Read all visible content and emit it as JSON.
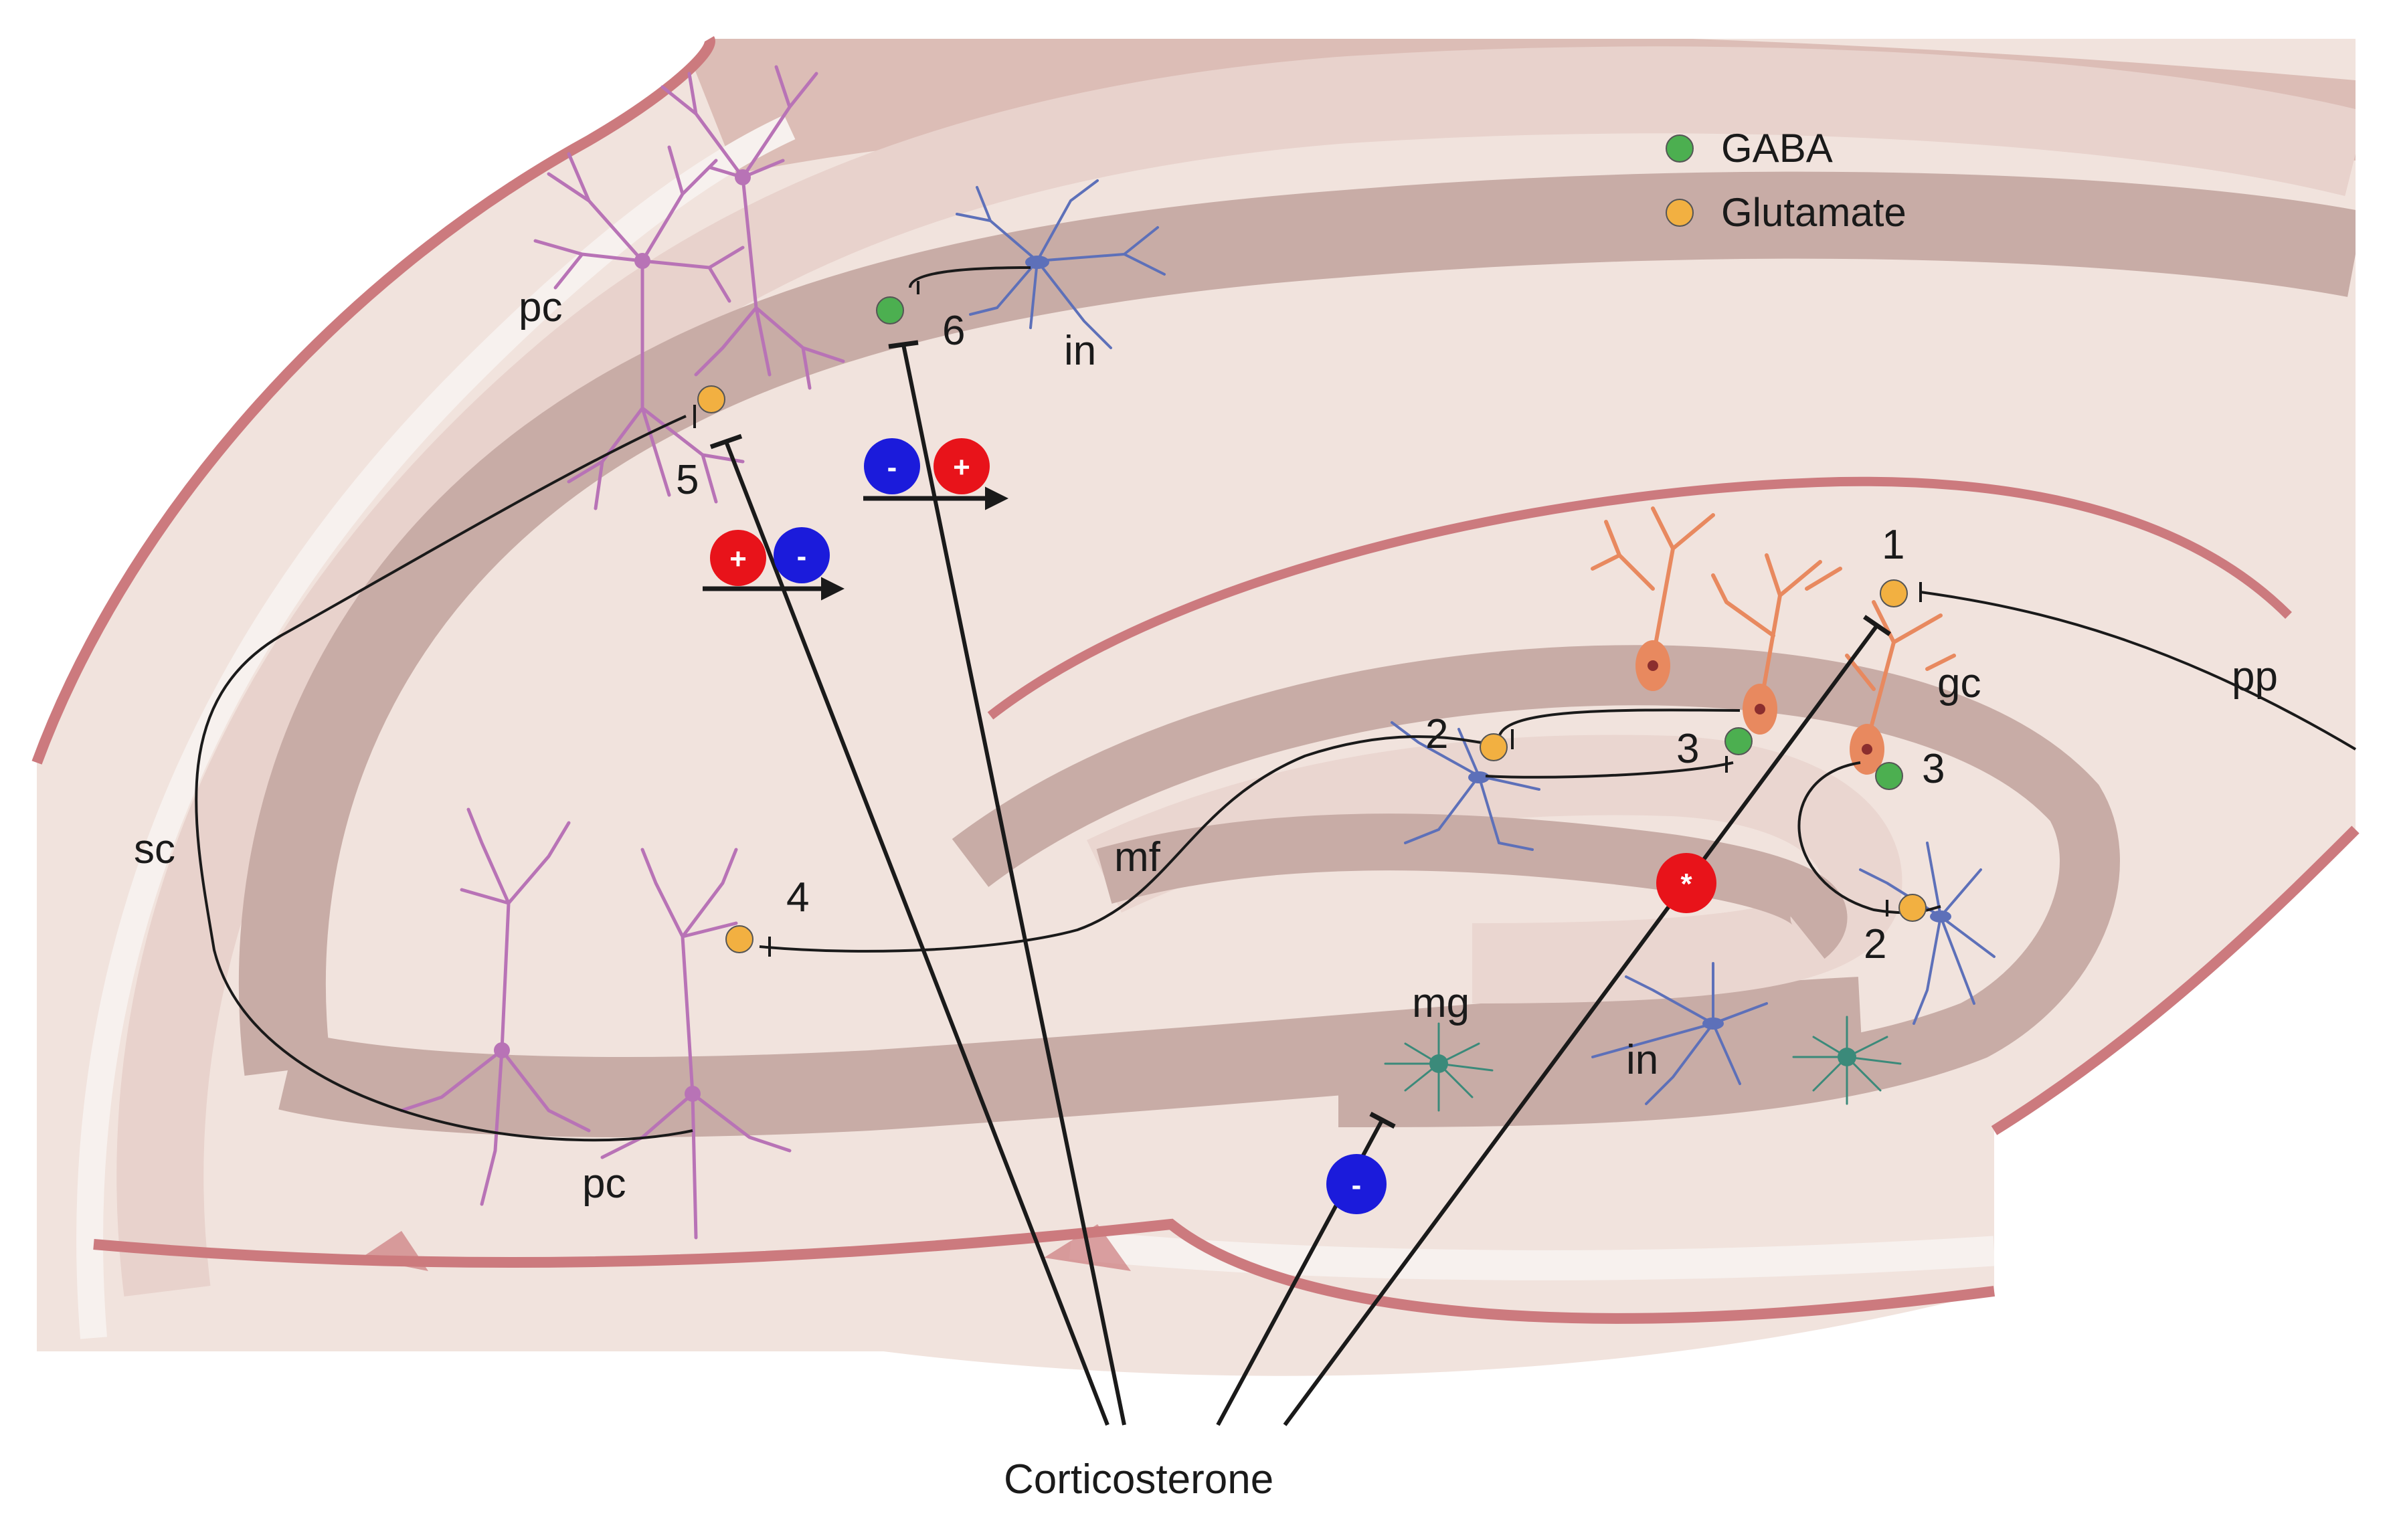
{
  "colors": {
    "background": "#ffffff",
    "tissue_outer": "#f1e3dd",
    "tissue_mid": "#e6cfc9",
    "tissue_band": "#c8aca6",
    "border": "#cc7a7e",
    "white_band": "#f7f1ee",
    "pyramidal_cell": "#b873b6",
    "granule_cell": "#e8895f",
    "interneuron": "#5d70b9",
    "microglia": "#3b8a7a",
    "gaba": "#4caf50",
    "glutamate": "#f2b041",
    "plus": "#e8131a",
    "minus": "#1b1bdb",
    "axon": "#1a1a1a"
  },
  "legend": {
    "gaba_label": "GABA",
    "glutamate_label": "Glutamate"
  },
  "labels": {
    "pc_top": "pc",
    "pc_bottom": "pc",
    "in_top": "in",
    "in_bottom": "in",
    "sc": "sc",
    "mf": "mf",
    "mg": "mg",
    "gc": "gc",
    "pp": "pp",
    "corticosterone": "Corticosterone"
  },
  "synapse_numbers": {
    "s1": "1",
    "s2a": "2",
    "s2b": "2",
    "s3a": "3",
    "s3b": "3",
    "s4": "4",
    "s5": "5",
    "s6": "6"
  },
  "effects": {
    "plus": "+",
    "minus": "-",
    "star": "*"
  }
}
